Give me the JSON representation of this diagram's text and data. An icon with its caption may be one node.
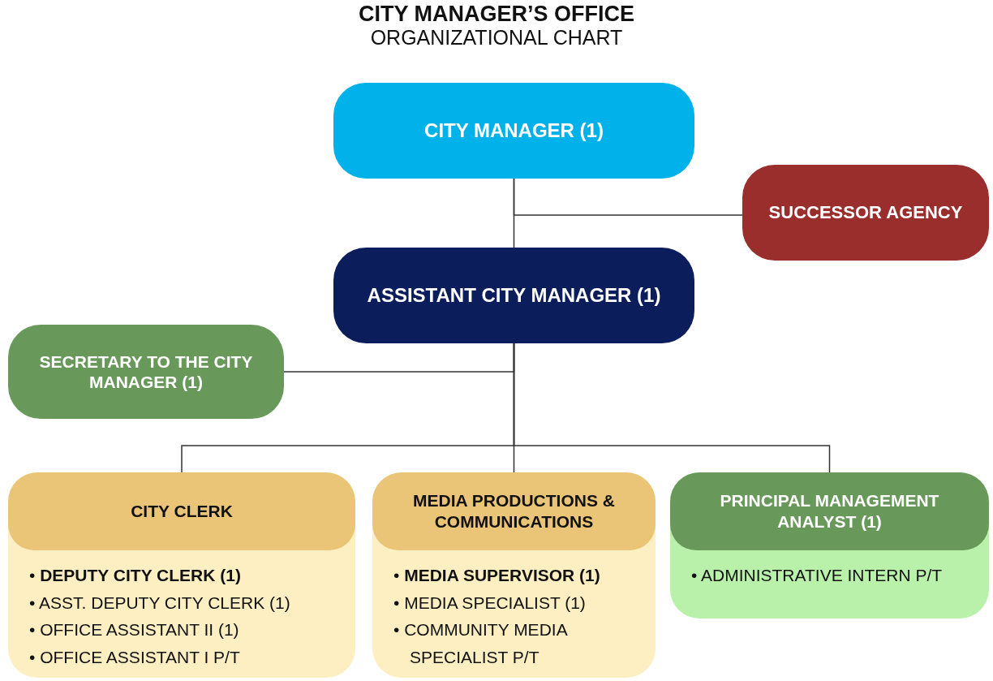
{
  "diagram": {
    "title": "CITY MANAGER’S OFFICE",
    "caption": "ORGANIZATIONAL CHART",
    "nodes": [
      {
        "text": [
          "CITY MANAGER (1)"
        ]
      },
      {
        "text": [
          "SUCCESSOR AGENCY"
        ]
      },
      {
        "text": [
          "ASSISTANT CITY MANAGER (1)"
        ]
      },
      {
        "text": [
          "SECRETARY TO THE CITY MANAGER (1)"
        ]
      },
      {
        "text": [
          "CITY CLERK",
          "• **DEPUTY CITY CLERK (1)**",
          "• ASST. DEPUTY CITY CLERK (1)",
          "• OFFICE ASSISTANT II (1)",
          "• OFFICE ASSISTANT I P/T"
        ]
      },
      {
        "text": [
          "MEDIA PRODUCTIONS & COMMUNICATIONS",
          "• **MEDIA SUPERVISOR (1)**",
          "• MEDIA SPECIALIST (1)",
          "• COMMUNITY MEDIA SPECIALIST P/T"
        ]
      },
      {
        "text": [
          "PRINCIPAL MANAGEMENT ANALYST (1)",
          "• ADMINISTRATIVE INTERN P/T"
        ]
      }
    ],
    "edges": [
      {
        "from": 0,
        "to": 2,
        "arrow": "none"
      },
      {
        "from": 0,
        "to": 1,
        "arrow": "none"
      },
      {
        "from": 2,
        "to": 3,
        "arrow": "none"
      },
      {
        "from": 2,
        "to": 4,
        "arrow": "none"
      },
      {
        "from": 2,
        "to": 5,
        "arrow": "none"
      },
      {
        "from": 2,
        "to": 6,
        "arrow": "none"
      }
    ]
  }
}
